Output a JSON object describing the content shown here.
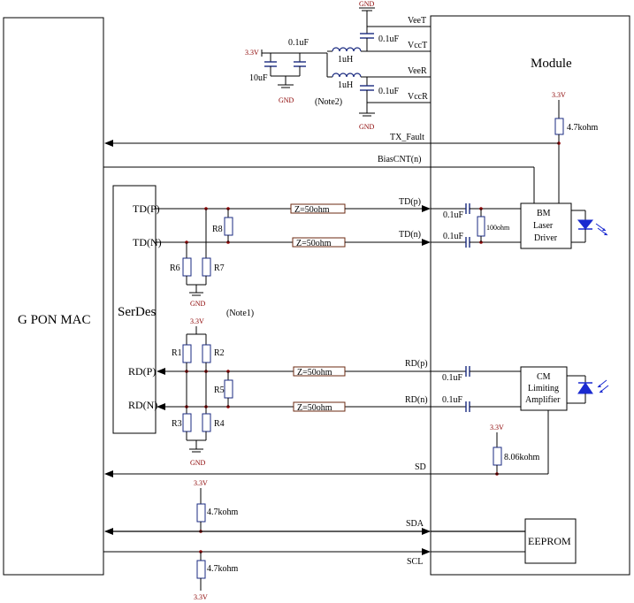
{
  "blocks": {
    "mac": "G PON MAC",
    "serdes": "SerDes",
    "module": "Module",
    "driver": [
      "BM",
      "Laser",
      "Driver"
    ],
    "amplifier": [
      "CM",
      "Limiting",
      "Amplifier"
    ],
    "eeprom": "EEPROM"
  },
  "supply": {
    "gnd": "GND",
    "v33": "3.3V",
    "veet": "VeeT",
    "vcct": "VccT",
    "veer": "VeeR",
    "vccr": "VccR",
    "cap_01": "0.1uF",
    "cap_10": "10uF",
    "inductor": "1uH",
    "note2": "(Note2)"
  },
  "signals": {
    "tx_fault": "TX_Fault",
    "biascnt": "BiasCNT(n)",
    "td_p_pin": "TD(P)",
    "td_n_pin": "TD(N)",
    "td_p": "TD(p)",
    "td_n": "TD(n)",
    "rd_p_pin": "RD(P)",
    "rd_n_pin": "RD(N)",
    "rd_p": "RD(p)",
    "rd_n": "RD(n)",
    "sd": "SD",
    "sda": "SDA",
    "scl": "SCL",
    "impedance": "Z=50ohm",
    "note1": "(Note1)"
  },
  "components": {
    "r1": "R1",
    "r2": "R2",
    "r3": "R3",
    "r4": "R4",
    "r5": "R5",
    "r6": "R6",
    "r7": "R7",
    "r8": "R8",
    "res_47k": "4.7kohm",
    "res_100": "100ohm",
    "res_8k": "8.06kohm",
    "cap": "0.1uF"
  }
}
